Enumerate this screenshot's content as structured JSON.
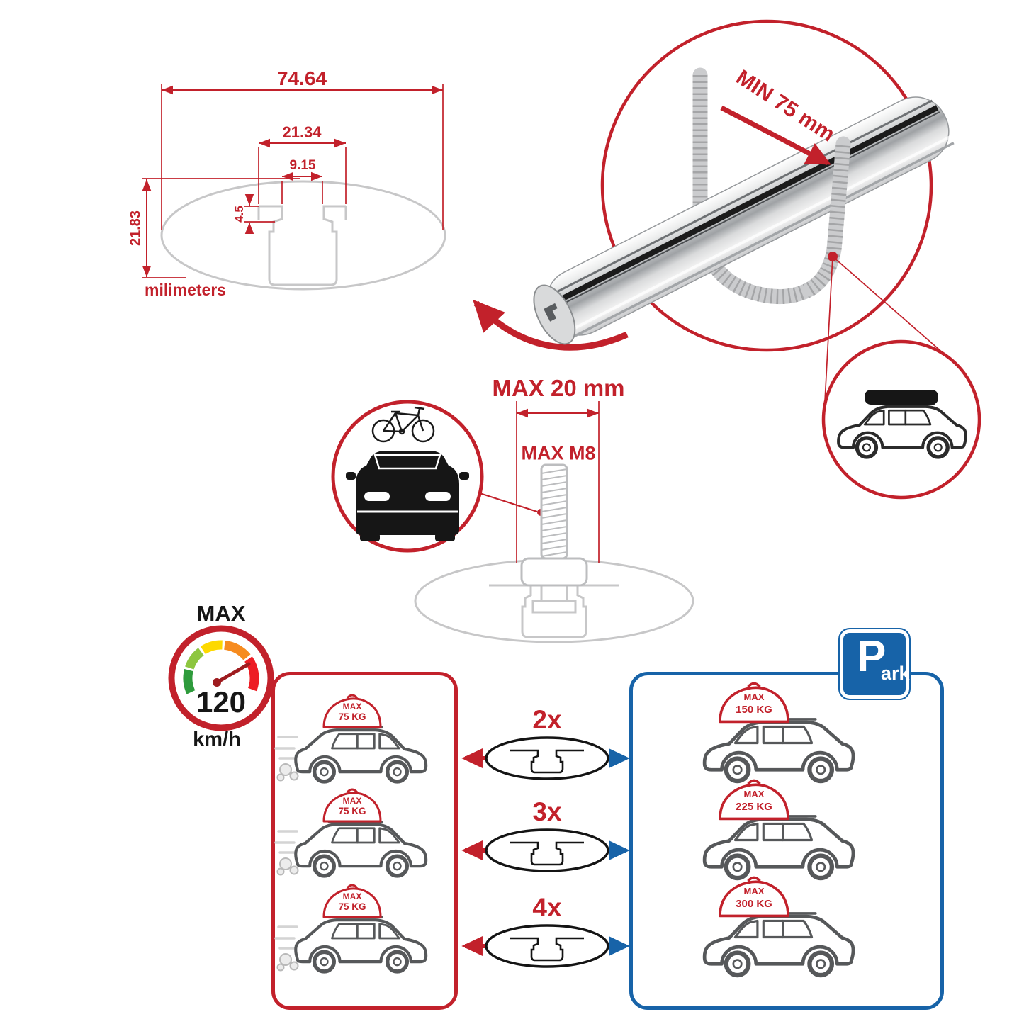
{
  "colors": {
    "accent_red": "#c2212b",
    "accent_blue": "#1763a8"
  },
  "cross_section": {
    "width_total": "74.64",
    "width_channel_outer": "21.34",
    "width_channel_slot": "9.15",
    "lip_depth": "4.5",
    "height_total": "21.83",
    "units_label": "milimeters"
  },
  "bar_detail": {
    "min_clamp_label": "MIN 75 mm"
  },
  "bolt_detail": {
    "max_clamp_label": "MAX 20 mm",
    "max_thread_label": "MAX M8"
  },
  "speed_limit": {
    "title": "MAX",
    "value": "120",
    "units": "km/h"
  },
  "driving_panel": {
    "cars": [
      {
        "load_label": "MAX",
        "load_value": "75 KG"
      },
      {
        "load_label": "MAX",
        "load_value": "75 KG"
      },
      {
        "load_label": "MAX",
        "load_value": "75 KG"
      }
    ]
  },
  "parking_panel": {
    "cars": [
      {
        "load_label": "MAX",
        "load_value": "150 KG"
      },
      {
        "load_label": "MAX",
        "load_value": "225 KG"
      },
      {
        "load_label": "MAX",
        "load_value": "300 KG"
      }
    ]
  },
  "crossbar_counts": [
    {
      "label": "2x"
    },
    {
      "label": "3x"
    },
    {
      "label": "4x"
    }
  ],
  "parking_sign": {
    "letter": "P",
    "suffix": "ark"
  }
}
